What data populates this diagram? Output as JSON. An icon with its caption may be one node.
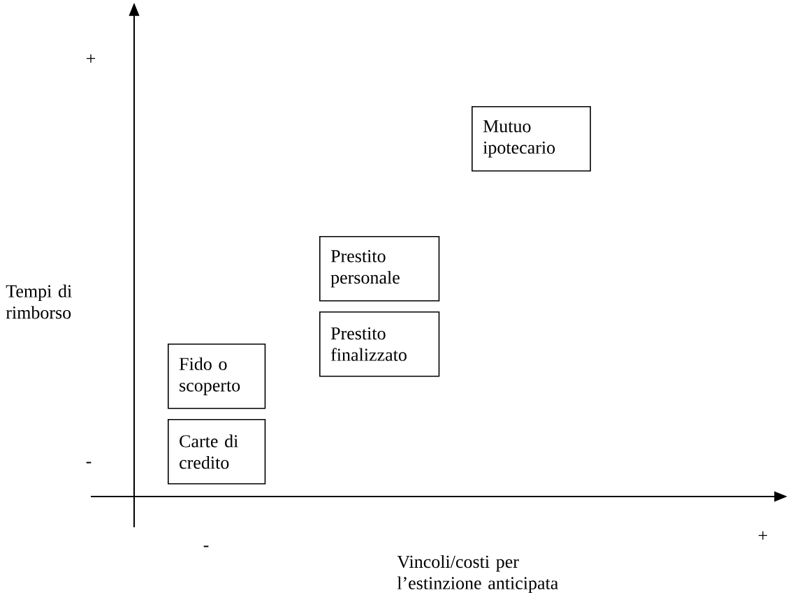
{
  "diagram": {
    "nodes": [
      {
        "text": [
          "Mutuo ipotecario"
        ]
      },
      {
        "text": [
          "Prestito personale"
        ]
      },
      {
        "text": [
          "Prestito finalizzato"
        ]
      },
      {
        "text": [
          "Fido o scoperto"
        ]
      },
      {
        "text": [
          "Carte di credito"
        ]
      }
    ],
    "edges": [],
    "labels": [
      "+",
      "Tempi di rimborso",
      "-",
      "+",
      "-",
      "Vincoli/costi per l’estinzione anticipata"
    ]
  }
}
